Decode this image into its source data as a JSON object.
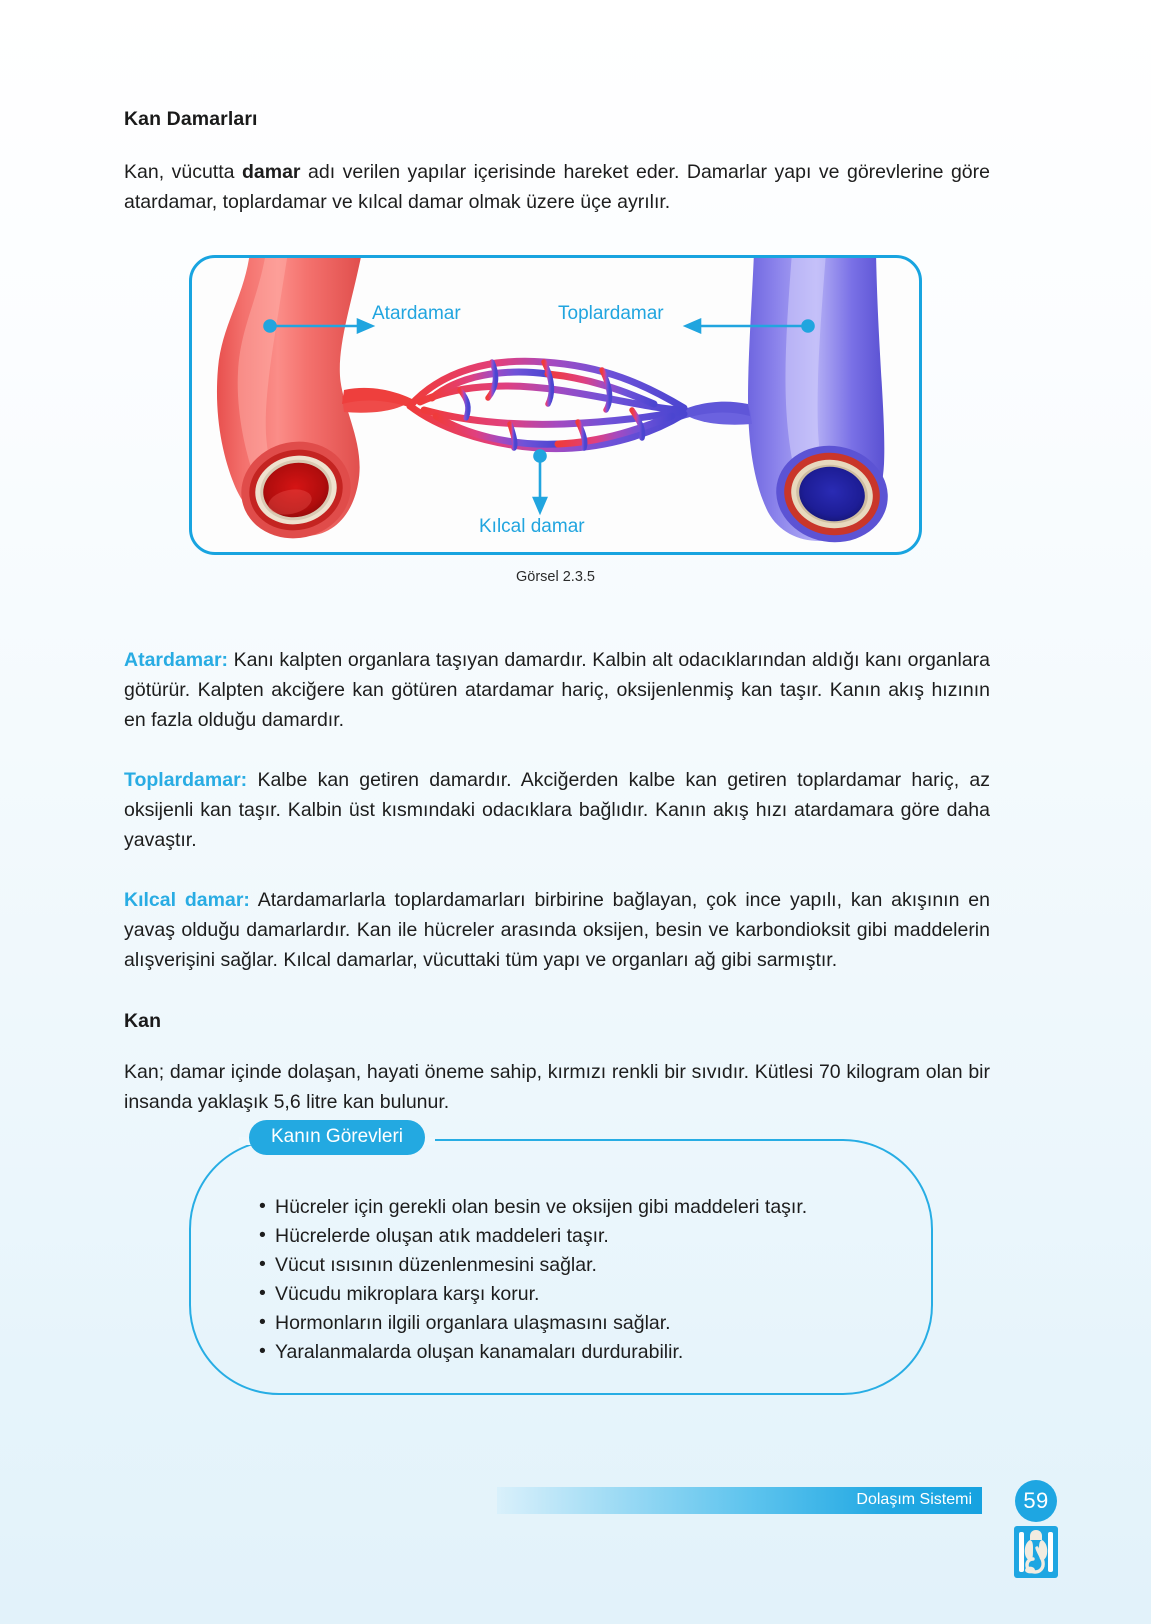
{
  "page": {
    "number": "59",
    "footer_label": "Dolaşım Sistemi",
    "background_top": "#ffffff",
    "background_bottom": "#e2f2fa",
    "accent_color": "#23a9e1"
  },
  "section": {
    "title": "Kan Damarları",
    "intro": {
      "part1": "Kan, vücutta ",
      "bold": "damar",
      "part2": " adı verilen yapılar içerisinde hareket eder. Damarlar yapı ve görevlerine göre atardamar, toplardamar ve kılcal damar olmak üzere üçe ayrılır."
    }
  },
  "figure": {
    "caption": "Görsel 2.3.5",
    "border_color": "#18a4e0",
    "labels": {
      "artery": "Atardamar",
      "vein": "Toplardamar",
      "capillary": "Kılcal damar"
    },
    "colors": {
      "artery": "#f1635f",
      "vein": "#5b53d6",
      "label_text": "#21a5df"
    }
  },
  "definitions": [
    {
      "term": "Atardamar:",
      "text": " Kanı kalpten organlara taşıyan damardır. Kalbin alt odacıklarından aldığı kanı organlara götürür. Kalpten akciğere kan götüren atardamar hariç, oksijenlenmiş kan taşır. Kanın akış hızının en fazla olduğu damardır."
    },
    {
      "term": "Toplardamar:",
      "text": " Kalbe kan getiren damardır. Akciğerden kalbe kan getiren toplardamar hariç, az oksijenli kan taşır. Kalbin üst kısmındaki odacıklara bağlıdır. Kanın akış hızı atardamara göre daha yavaştır."
    },
    {
      "term": "Kılcal damar:",
      "text": " Atardamarlarla toplardamarları birbirine bağlayan, çok ince yapılı, kan akışının en yavaş olduğu damarlardır. Kan ile hücreler arasında oksijen, besin ve karbondioksit gibi maddelerin alışverişini sağlar. Kılcal damarlar, vücuttaki tüm yapı ve organları ağ gibi sarmıştır."
    }
  ],
  "blood_section": {
    "title": "Kan",
    "paragraph": "Kan; damar içinde dolaşan, hayati öneme sahip, kırmızı renkli bir sıvıdır. Kütlesi 70 kilogram olan bir insanda yaklaşık 5,6 litre kan bulunur."
  },
  "blood_functions_box": {
    "tab_label": "Kanın Görevleri",
    "items": [
      "Hücreler için gerekli olan besin ve oksijen gibi maddeleri taşır.",
      "Hücrelerde oluşan atık maddeleri taşır.",
      "Vücut ısısının düzenlenmesini sağlar.",
      "Vücudu mikroplara karşı korur.",
      "Hormonların ilgili organlara ulaşmasını sağlar.",
      "Yaralanmalarda oluşan kanamaları durdurabilir."
    ]
  }
}
